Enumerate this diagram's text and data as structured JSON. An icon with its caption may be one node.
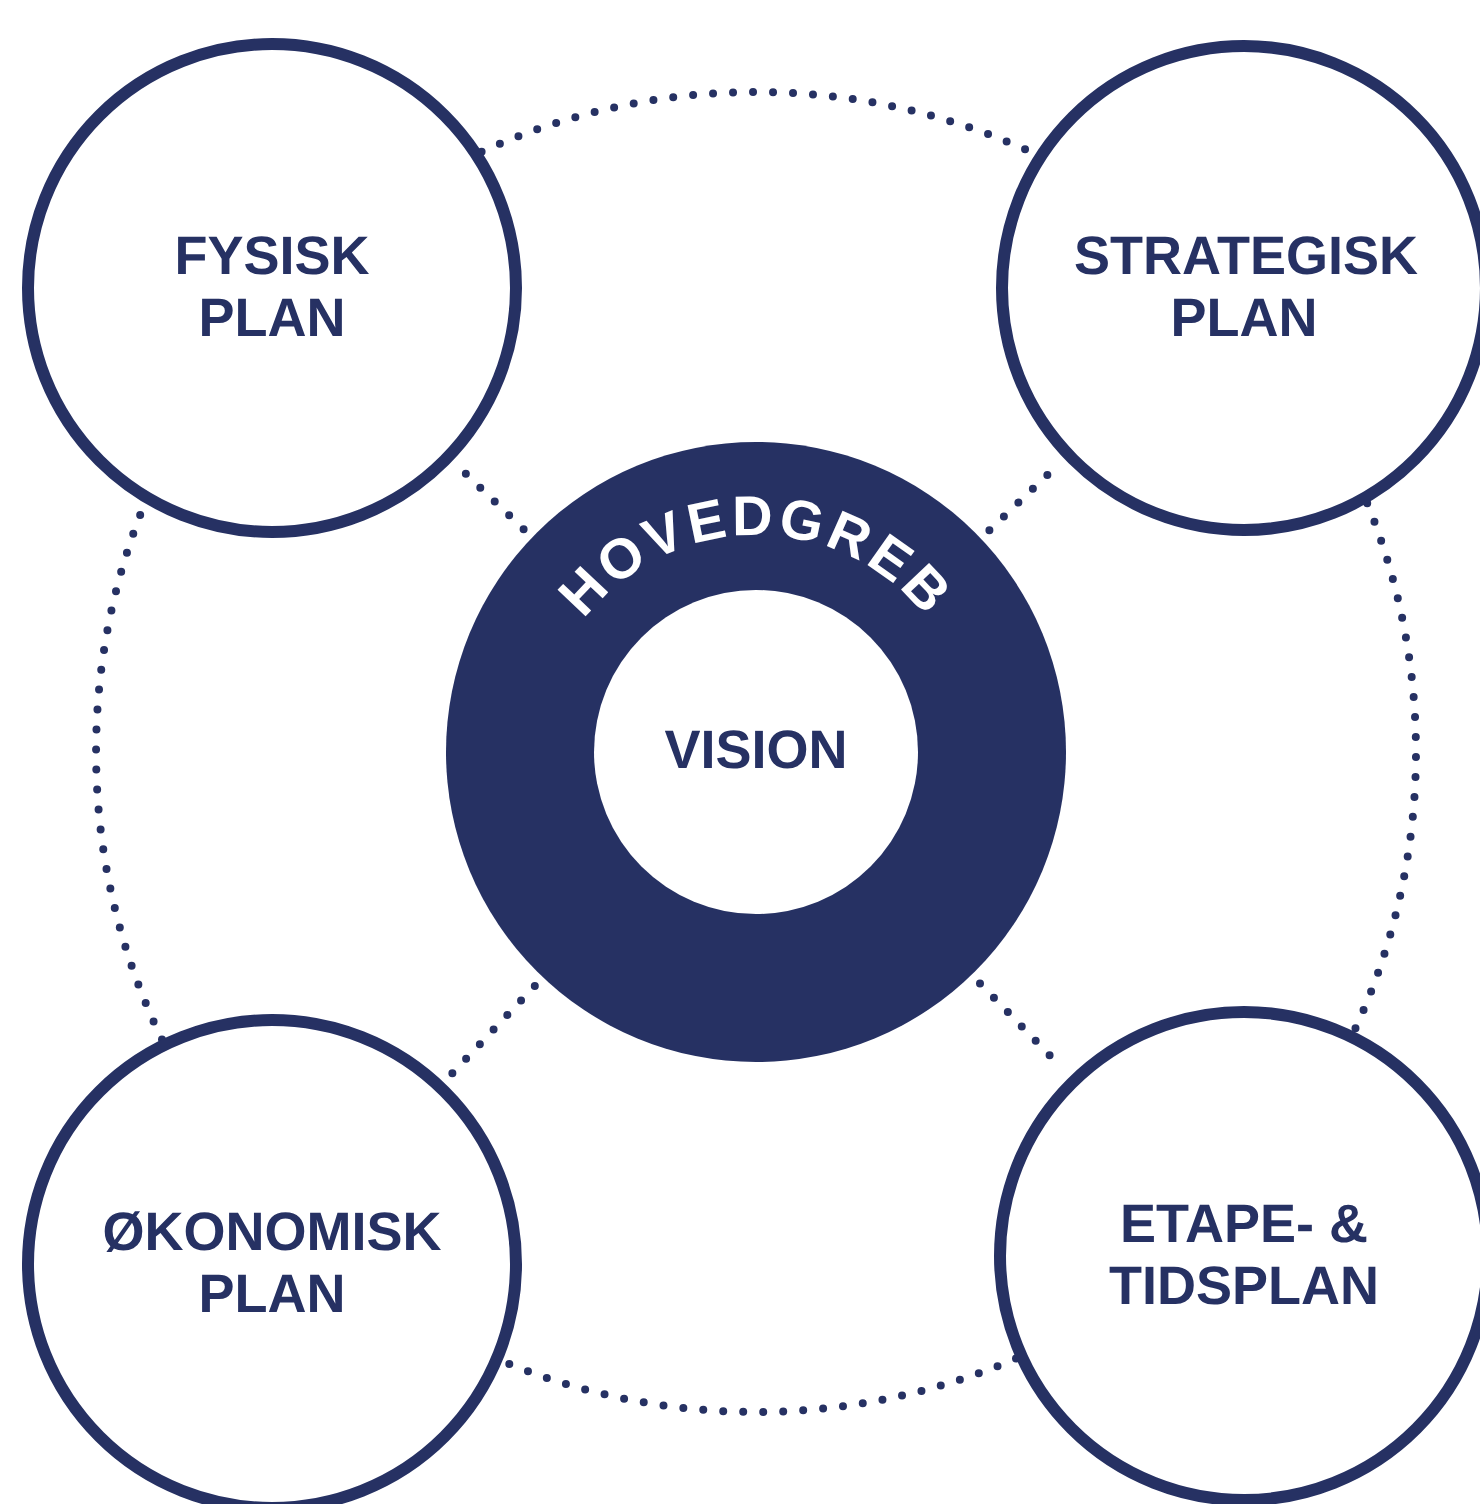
{
  "diagram": {
    "nodes": [
      {
        "text": [
          "FYSISK PLAN"
        ]
      },
      {
        "text": [
          "STRATEGISK PLAN"
        ]
      },
      {
        "text": [
          "HOVEDGREB"
        ]
      },
      {
        "text": [
          "VISION"
        ],
        "in": 2
      },
      {
        "text": [
          "ØKONOMISK PLAN"
        ]
      },
      {
        "text": [
          "ETAPE- & TIDSPLAN"
        ]
      }
    ],
    "edges": [
      {
        "from": 0,
        "to": 1,
        "arrow": "none",
        "style": "dashed"
      },
      {
        "from": 1,
        "to": 5,
        "arrow": "none",
        "style": "dashed"
      },
      {
        "from": 5,
        "to": 4,
        "arrow": "none",
        "style": "dashed"
      },
      {
        "from": 4,
        "to": 0,
        "arrow": "none",
        "style": "dashed"
      },
      {
        "from": 2,
        "to": 0,
        "arrow": "none",
        "style": "dashed"
      },
      {
        "from": 2,
        "to": 1,
        "arrow": "none",
        "style": "dashed"
      },
      {
        "from": 2,
        "to": 4,
        "arrow": "none",
        "style": "dashed"
      },
      {
        "from": 2,
        "to": 5,
        "arrow": "none",
        "style": "dashed"
      }
    ]
  }
}
